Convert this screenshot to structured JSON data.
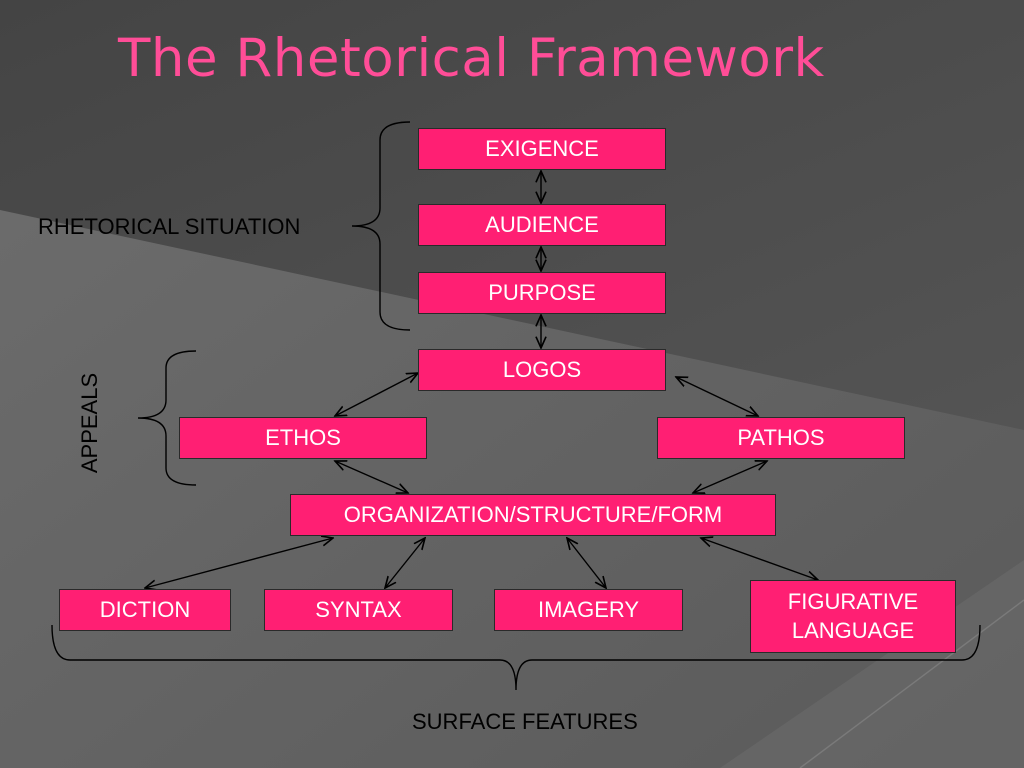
{
  "title": "The Rhetorical Framework",
  "groups": {
    "rhetorical_situation": "RHETORICAL SITUATION",
    "appeals": "APPEALS",
    "surface_features": "SURFACE FEATURES"
  },
  "nodes": {
    "exigence": "EXIGENCE",
    "audience": "AUDIENCE",
    "purpose": "PURPOSE",
    "logos": "LOGOS",
    "ethos": "ETHOS",
    "pathos": "PATHOS",
    "organization": "ORGANIZATION/STRUCTURE/FORM",
    "diction": "DICTION",
    "syntax": "SYNTAX",
    "imagery": "IMAGERY",
    "figurative_line1": "FIGURATIVE",
    "figurative_line2": "LANGUAGE"
  },
  "colors": {
    "node_fill": "#ff1f73",
    "title": "#ff4d97",
    "background": "#5d5d5d"
  }
}
